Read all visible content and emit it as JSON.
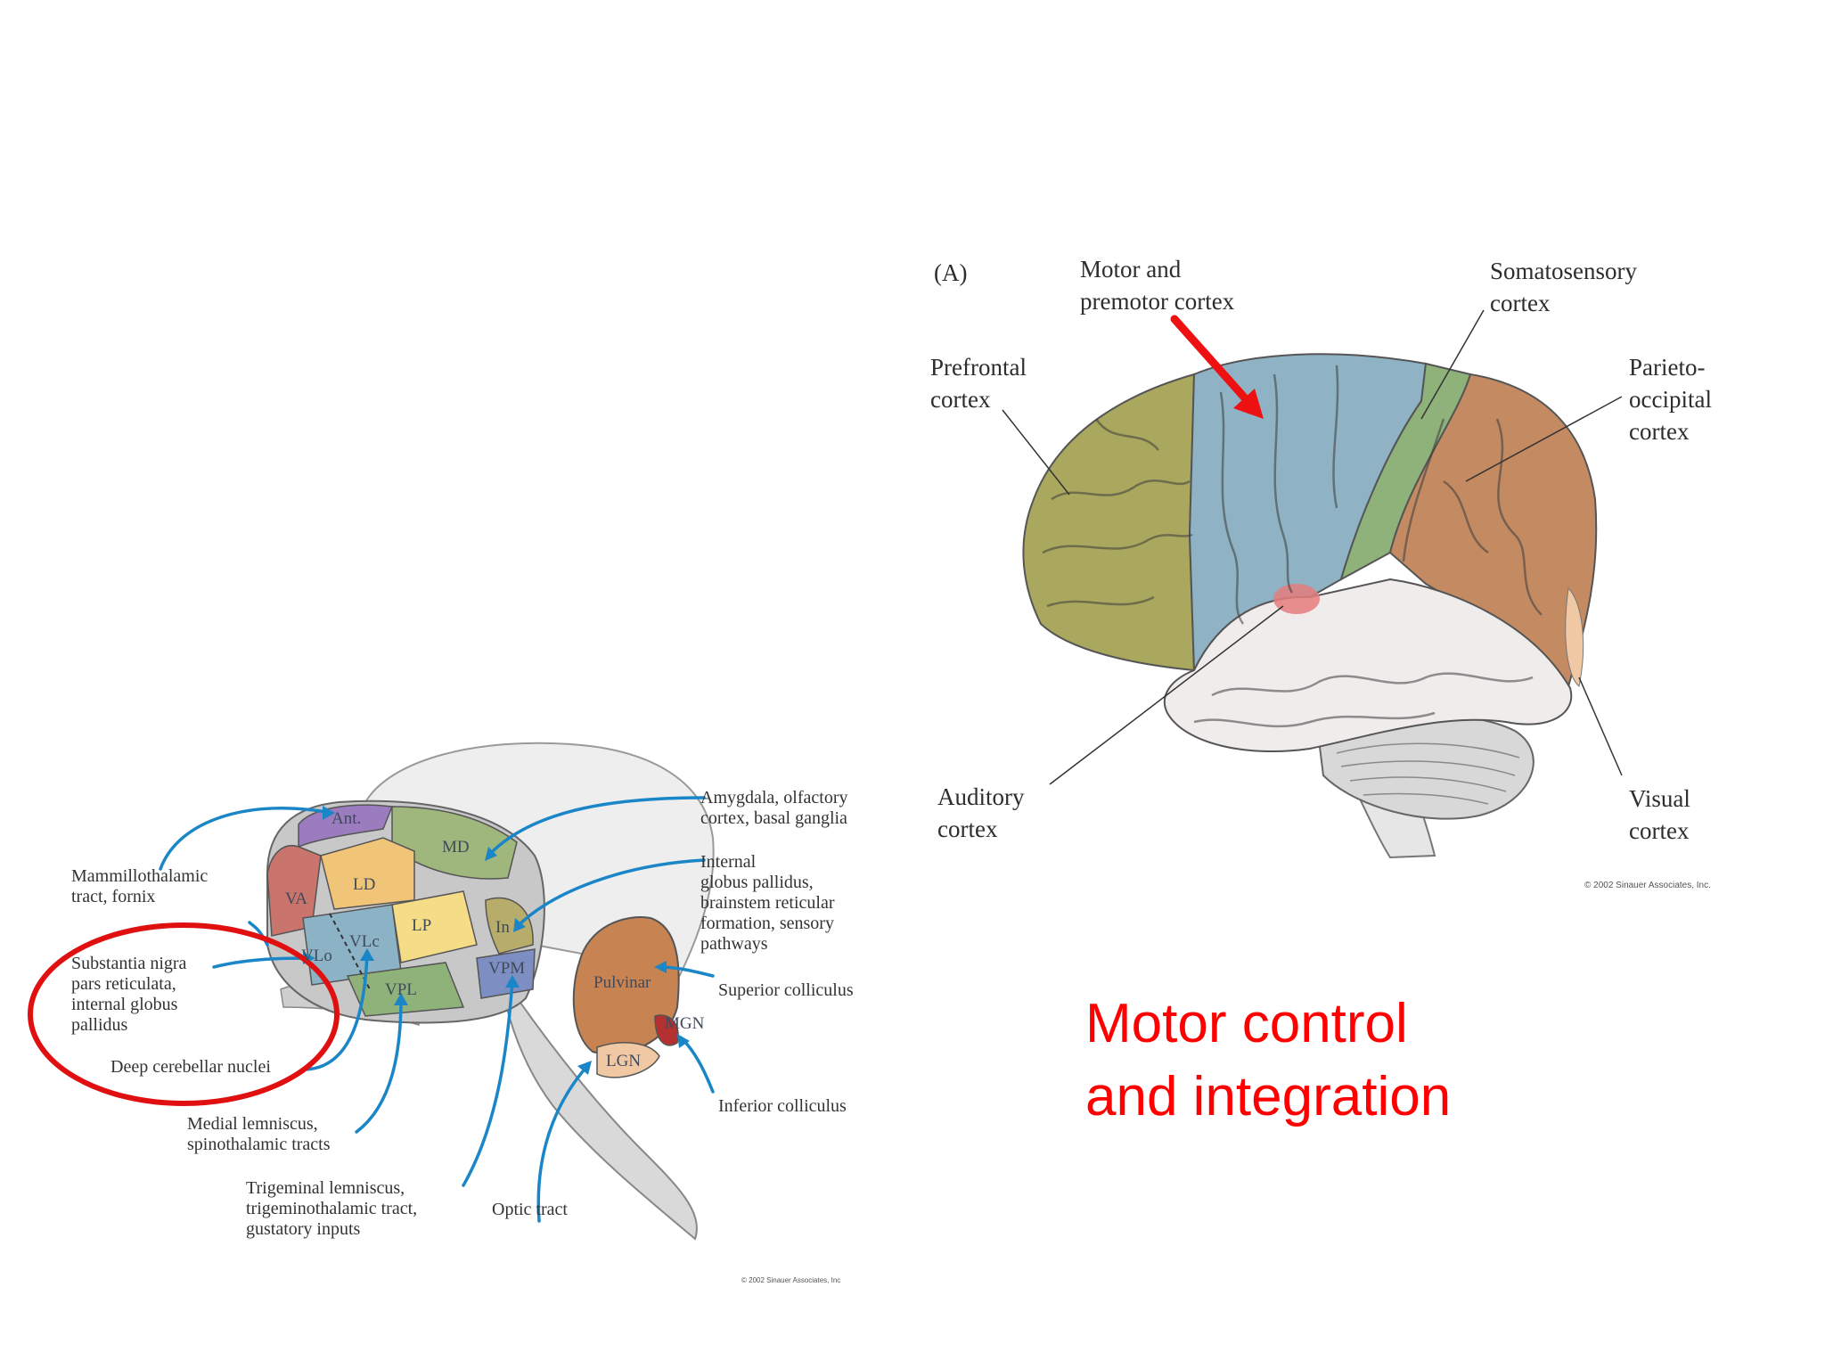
{
  "caption": {
    "line1": "Motor control",
    "line2": "and integration",
    "color": "#ff0000"
  },
  "cortex_figure": {
    "panel_label": "(A)",
    "labels": {
      "motor": "Motor and\npremotor cortex",
      "somatosensory": "Somatosensory\ncortex",
      "prefrontal": "Prefrontal\ncortex",
      "parieto_occipital": "Parieto-\noccipital\ncortex",
      "auditory": "Auditory\ncortex",
      "visual": "Visual\ncortex"
    },
    "region_colors": {
      "prefrontal": "#a9a85e",
      "motor": "#8fb2c4",
      "somatosensory": "#8fb27a",
      "parieto_occipital": "#c48a62",
      "temporal": "#efeceb",
      "auditory": "#e57c7c",
      "visual": "#f0c9a4"
    },
    "copyright": "© 2002 Sinauer Associates, Inc."
  },
  "thalamus_figure": {
    "nuclei": {
      "ant": "Ant.",
      "md": "MD",
      "ld": "LD",
      "va": "VA",
      "lp": "LP",
      "vlc": "VLc",
      "vlo": "VLo",
      "in": "In",
      "vpl": "VPL",
      "vpm": "VPM",
      "pulvinar": "Pulvinar",
      "mgn": "MGN",
      "lgn": "LGN"
    },
    "labels": {
      "mammillothalamic": "Mammillothalamic\ntract, fornix",
      "substantia_nigra": "Substantia nigra\npars reticulata,\ninternal globus\npallidus",
      "deep_cerebellar": "Deep cerebellar nuclei",
      "medial_lemniscus": "Medial lemniscus,\nspinothalamic tracts",
      "trigeminal": "Trigeminal lemniscus,\ntrigeminothalamic tract,\ngustatory inputs",
      "optic_tract": "Optic tract",
      "amygdala": "Amygdala, olfactory\ncortex, basal ganglia",
      "internal_gp": "Internal\nglobus pallidus,\nbrainstem reticular\nformation, sensory\npathways",
      "superior_colliculus": "Superior colliculus",
      "inferior_colliculus": "Inferior colliculus"
    },
    "arrow_color": "#1a86c8",
    "copyright": "© 2002 Sinauer Associates, Inc"
  },
  "annotations": {
    "highlight_color": "#e01010"
  }
}
